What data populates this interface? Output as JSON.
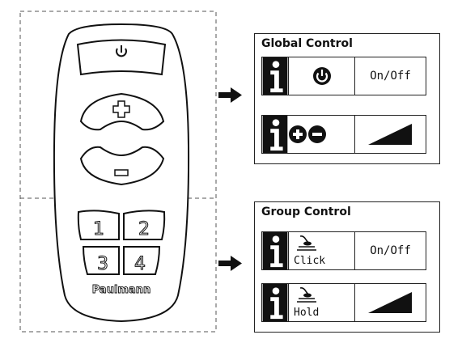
{
  "remote": {
    "brand": "Paulmann",
    "buttons": [
      "1",
      "2",
      "3",
      "4"
    ]
  },
  "global_control": {
    "title": "Global Control",
    "rows": [
      {
        "icon": "power-icon",
        "value": "On/Off"
      },
      {
        "icon": "plus-minus-icon",
        "value": ""
      }
    ]
  },
  "group_control": {
    "title": "Group Control",
    "rows": [
      {
        "icon": "finger-press-icon",
        "action": "Click",
        "value": "On/Off"
      },
      {
        "icon": "finger-press-icon",
        "action": "Hold",
        "value": ""
      }
    ]
  },
  "colors": {
    "ink": "#111111",
    "dashed": "#555555"
  }
}
